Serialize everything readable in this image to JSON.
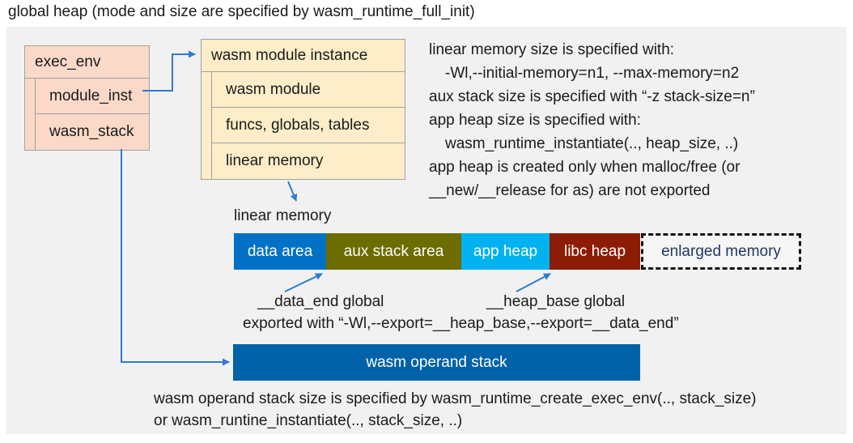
{
  "title": "global heap (mode and size are specified by wasm_runtime_full_init)",
  "colors": {
    "arrow": "#2e7cd1",
    "panel": "#f1f1f1",
    "salmon": "#fbd9c9",
    "cream": "#fdeec9",
    "box_border": "#a0a0a0",
    "navy": "#1f3864",
    "stack": "#0062a8"
  },
  "exec_env": {
    "header": "exec_env",
    "rows": [
      "module_inst",
      "wasm_stack"
    ]
  },
  "module_instance": {
    "header": "wasm module instance",
    "rows": [
      "wasm module",
      "funcs, globals, tables",
      "linear memory"
    ]
  },
  "notes_right": {
    "lines": [
      {
        "text": "linear memory size is specified with:"
      },
      {
        "text": "-Wl,--initial-memory=n1, --max-memory=n2"
      },
      {
        "text": "aux stack size is specified with “-z stack-size=n”"
      },
      {
        "text": "app heap size is specified with:"
      },
      {
        "text": "wasm_runtime_instantiate(.., heap_size, ..)"
      },
      {
        "text": "app heap is created only when malloc/free (or"
      },
      {
        "text": "__new/__release for as) are not exported"
      }
    ]
  },
  "linear_memory": {
    "label": "linear memory",
    "segments": [
      {
        "label": "data area",
        "color": "#0071c5"
      },
      {
        "label": "aux stack area",
        "color": "#6c6c00"
      },
      {
        "label": "app heap",
        "color": "#00b2f0"
      },
      {
        "label": "libc heap",
        "color": "#8c1d04"
      },
      {
        "label": "enlarged memory",
        "style": "dashed"
      }
    ]
  },
  "globals": {
    "data_end": "__data_end global",
    "heap_base": "__heap_base global",
    "exported": "exported with “-Wl,--export=__heap_base,--export=__data_end”"
  },
  "operand_stack": {
    "label": "wasm operand stack",
    "note_line1": "wasm operand stack size is specified by wasm_runtime_create_exec_env(.., stack_size)",
    "note_line2": "or wasm_runtine_instantiate(.., stack_size, ..)"
  }
}
